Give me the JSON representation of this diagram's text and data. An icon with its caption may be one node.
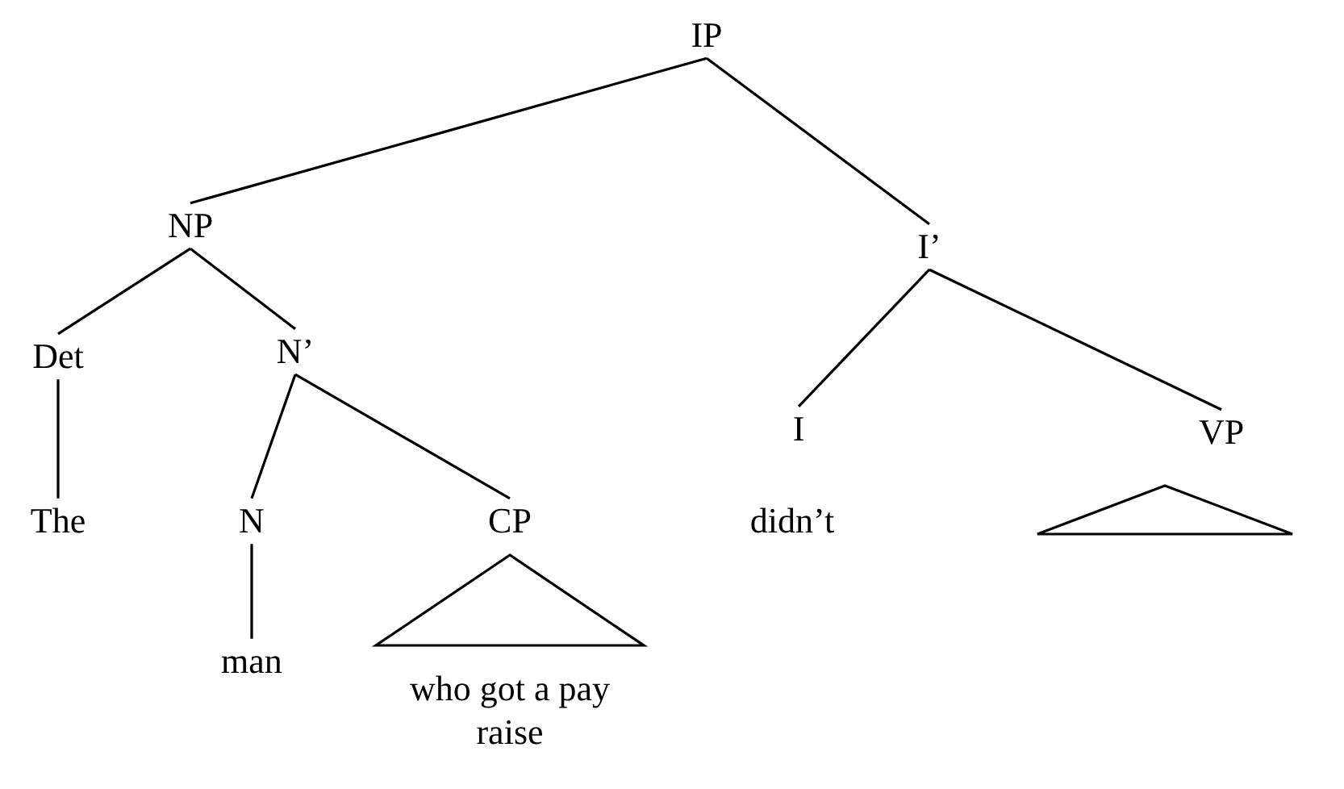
{
  "diagram": {
    "nodes": [
      {
        "text": [
          "IP"
        ]
      },
      {
        "text": [
          "NP"
        ]
      },
      {
        "text": [
          "I’"
        ]
      },
      {
        "text": [
          "Det"
        ]
      },
      {
        "text": [
          "N’"
        ]
      },
      {
        "text": [
          "I"
        ]
      },
      {
        "text": [
          "VP"
        ]
      },
      {
        "text": [
          "The"
        ]
      },
      {
        "text": [
          "N"
        ]
      },
      {
        "text": [
          "CP"
        ]
      },
      {
        "text": [
          "didn’t"
        ]
      },
      {
        "text": [],
        "shape": "triangle"
      },
      {
        "text": [
          "man"
        ]
      },
      {
        "text": [],
        "shape": "triangle",
        "beside": [
          "who got a pay raise"
        ]
      }
    ],
    "edges": [
      {
        "from": 0,
        "to": 1,
        "arrow": "none"
      },
      {
        "from": 0,
        "to": 2,
        "arrow": "none"
      },
      {
        "from": 1,
        "to": 3,
        "arrow": "none"
      },
      {
        "from": 1,
        "to": 4,
        "arrow": "none"
      },
      {
        "from": 2,
        "to": 5,
        "arrow": "none"
      },
      {
        "from": 2,
        "to": 6,
        "arrow": "none"
      },
      {
        "from": 3,
        "to": 7,
        "arrow": "none"
      },
      {
        "from": 4,
        "to": 8,
        "arrow": "none"
      },
      {
        "from": 4,
        "to": 9,
        "arrow": "none"
      },
      {
        "from": 8,
        "to": 12,
        "arrow": "none"
      }
    ]
  }
}
